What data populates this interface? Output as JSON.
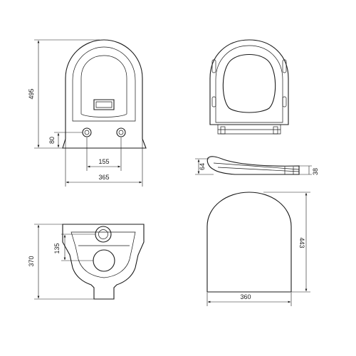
{
  "dimensions": {
    "top_total_height": "495",
    "top_hole_height": "80",
    "top_hole_spacing": "155",
    "top_total_width": "365",
    "seat_side_height": "64",
    "seat_side_thickness": "38",
    "lid_height": "443",
    "lid_width": "360",
    "back_hole_spacing": "135",
    "back_total_height": "370"
  }
}
